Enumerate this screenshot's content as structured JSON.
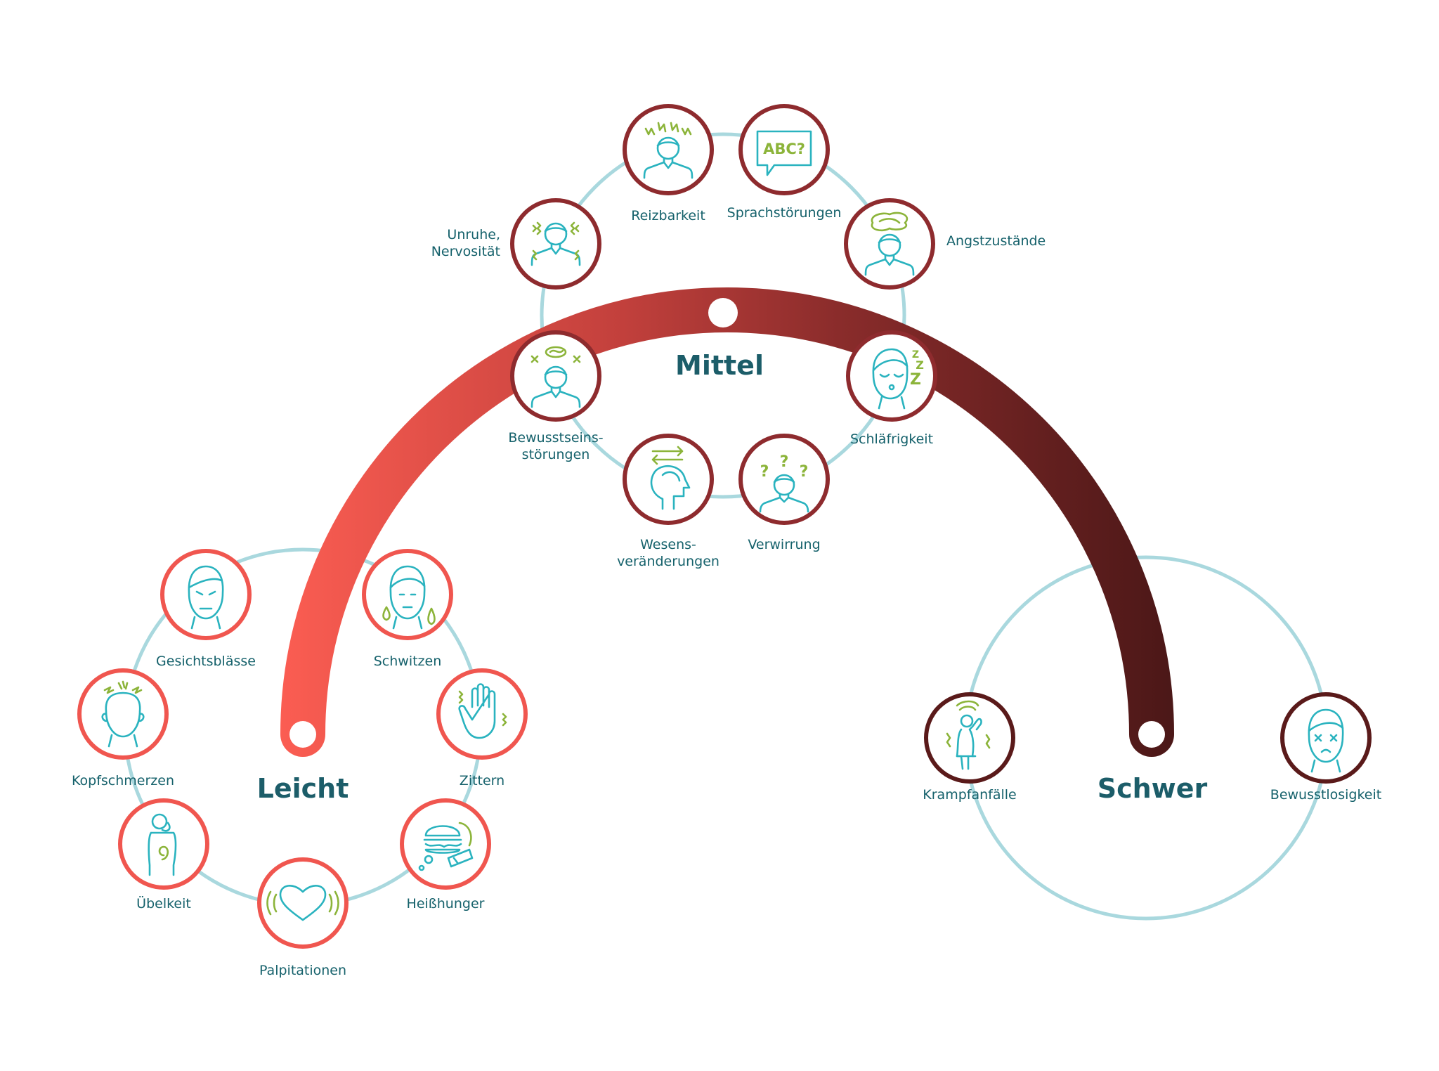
{
  "levels": {
    "leicht": "Leicht",
    "mittel": "Mittel",
    "schwer": "Schwer"
  },
  "colors": {
    "leicht_ring": "#f0564f",
    "mittel_ring": "#8e2b2e",
    "schwer_ring": "#5a1a1a",
    "track": "#a9d8de",
    "icon": "#2ab3bf",
    "accent": "#8cb43a",
    "label": "#15616b"
  },
  "symptoms": [
    {
      "id": "gesichtsblaesse",
      "icon": "face-pale-icon",
      "label": [
        "Gesichtsblässe"
      ]
    },
    {
      "id": "schwitzen",
      "icon": "sweat-icon",
      "label": [
        "Schwitzen"
      ]
    },
    {
      "id": "kopfschmerzen",
      "icon": "headache-icon",
      "label": [
        "Kopfschmerzen"
      ]
    },
    {
      "id": "zittern",
      "icon": "trembling-hand-icon",
      "label": [
        "Zittern"
      ]
    },
    {
      "id": "uebelkeit",
      "icon": "nausea-icon",
      "label": [
        "Übelkeit"
      ]
    },
    {
      "id": "palpitationen",
      "icon": "heart-icon",
      "label": [
        "Palpitationen"
      ]
    },
    {
      "id": "heisshunger",
      "icon": "food-craving-icon",
      "label": [
        "Heißhunger"
      ]
    },
    {
      "id": "reizbarkeit",
      "icon": "irritability-icon",
      "label": [
        "Reizbarkeit"
      ]
    },
    {
      "id": "sprachstoerungen",
      "icon": "speech-bubble-icon",
      "label": [
        "Sprachstörungen"
      ]
    },
    {
      "id": "unruhe",
      "icon": "restlessness-icon",
      "label": [
        "Unruhe,",
        "Nervosität"
      ]
    },
    {
      "id": "angstzustaende",
      "icon": "anxiety-icon",
      "label": [
        "Angstzustände"
      ]
    },
    {
      "id": "bewusstseinsstoerungen",
      "icon": "consciousness-icon",
      "label": [
        "Bewusstseins-",
        "störungen"
      ]
    },
    {
      "id": "schlaefrigkeit",
      "icon": "sleepy-icon",
      "label": [
        "Schläfrigkeit"
      ]
    },
    {
      "id": "wesensveraenderungen",
      "icon": "head-arrows-icon",
      "label": [
        "Wesens-",
        "veränderungen"
      ]
    },
    {
      "id": "verwirrung",
      "icon": "confusion-icon",
      "label": [
        "Verwirrung"
      ]
    },
    {
      "id": "krampfanfaelle",
      "icon": "seizure-icon",
      "label": [
        "Krampfanfälle"
      ]
    },
    {
      "id": "bewusstlosigkeit",
      "icon": "unconscious-icon",
      "label": [
        "Bewusstlosigkeit"
      ]
    }
  ],
  "abc_text": "ABC?",
  "zzz_text": [
    "Z",
    "Z",
    "Z"
  ],
  "question_marks": [
    "?",
    "?",
    "?"
  ]
}
